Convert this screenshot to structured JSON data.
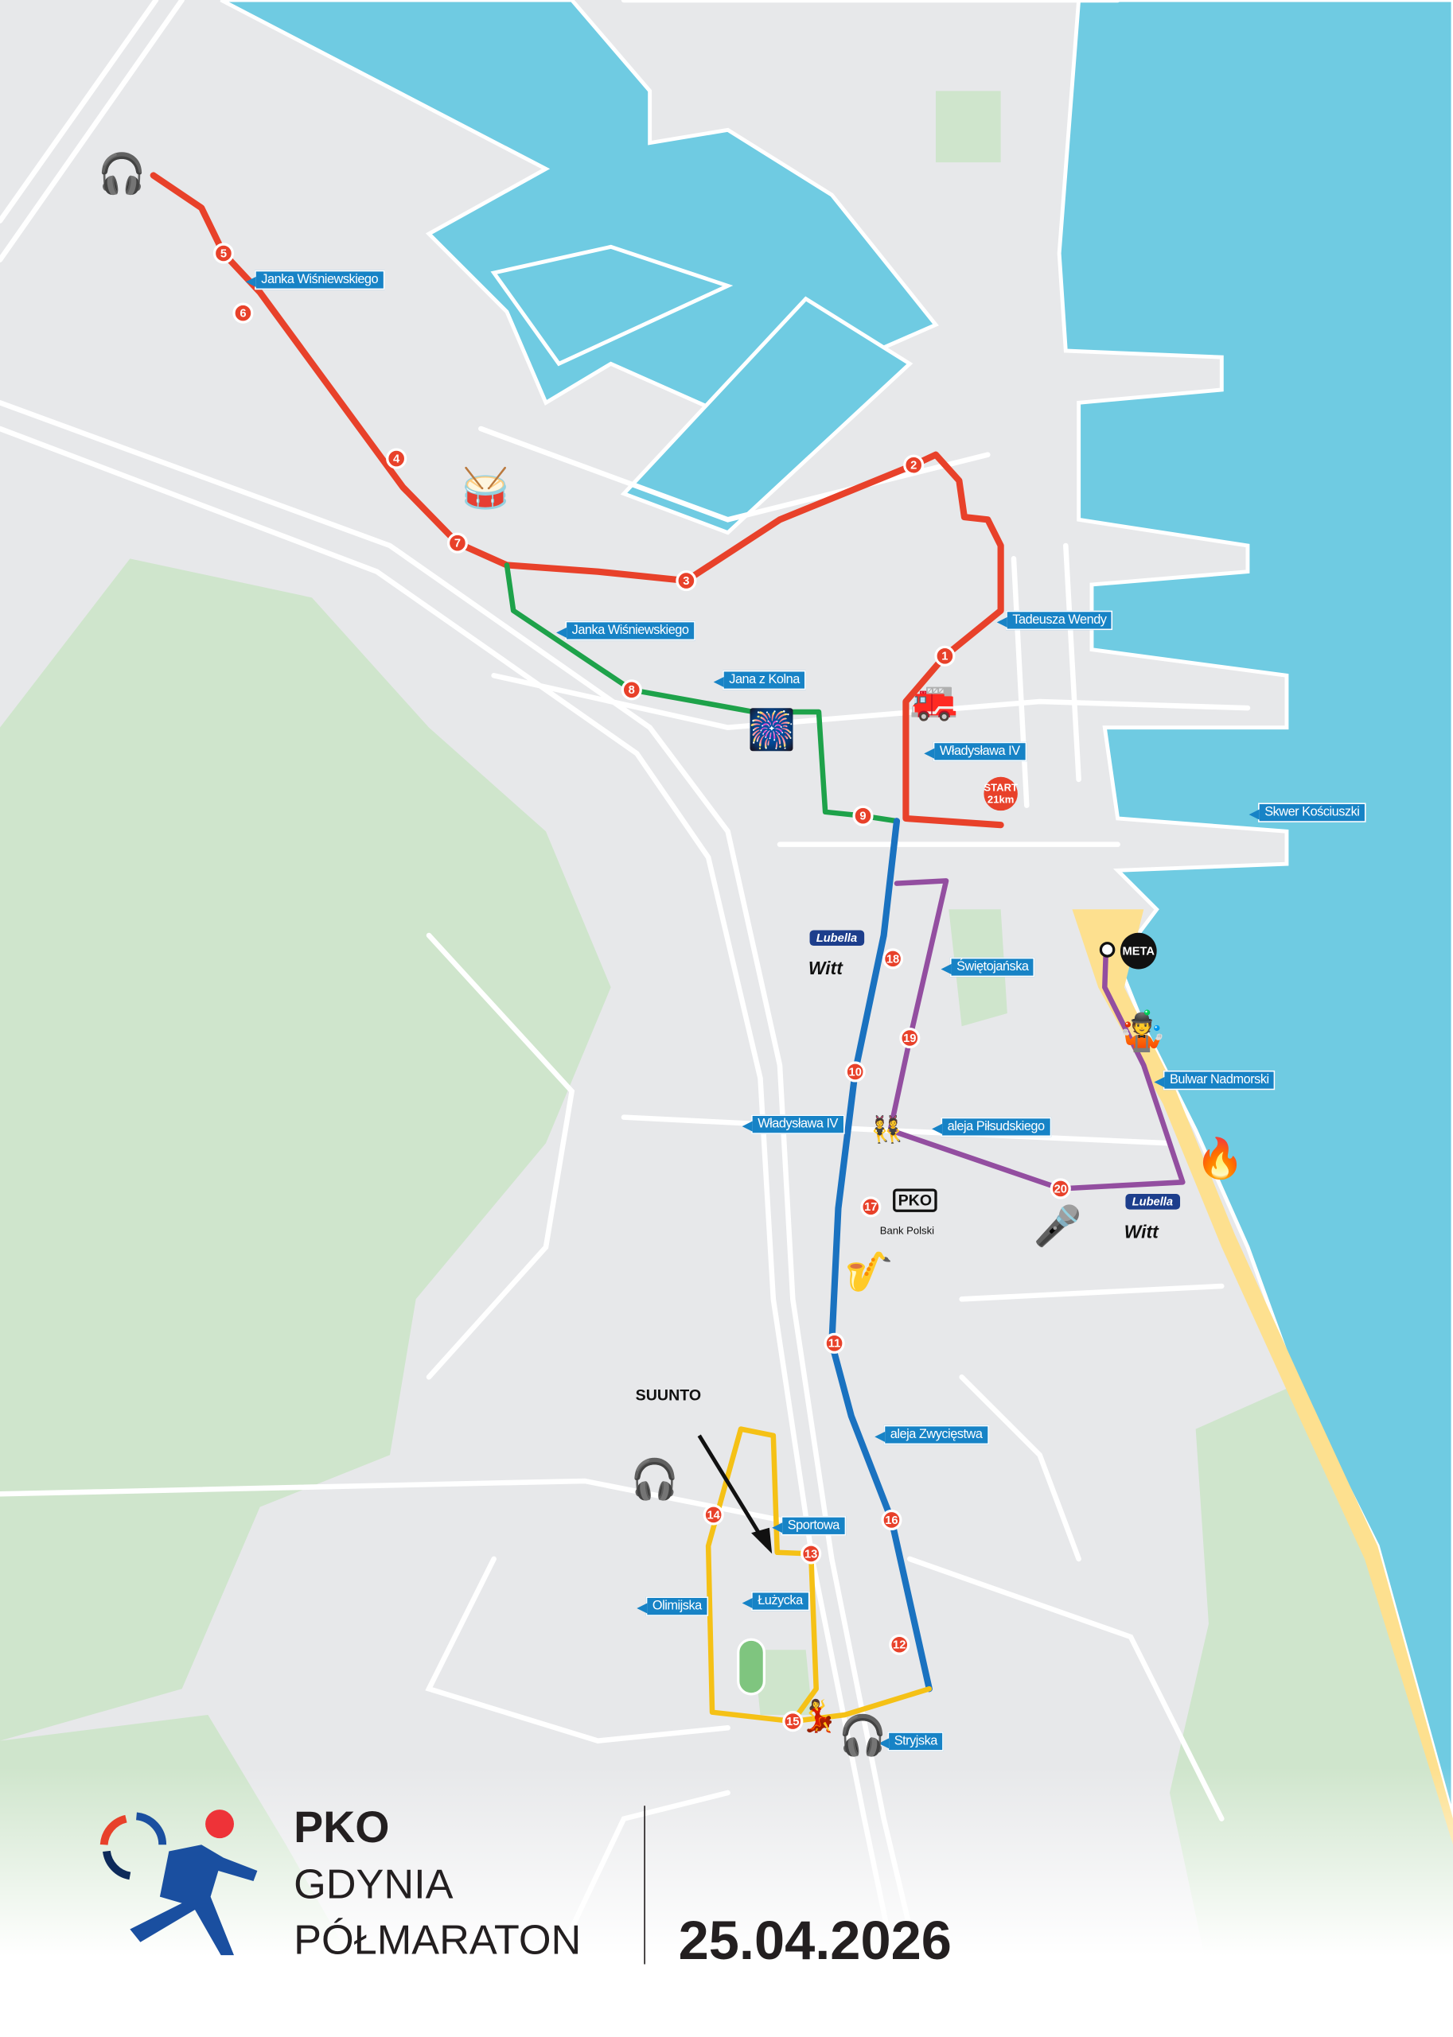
{
  "event": {
    "brand": "PKO",
    "city": "GDYNIA",
    "name": "PÓŁMARATON",
    "date": "25.04.2026"
  },
  "colors": {
    "land": "#e7e8ea",
    "water": "#6fcbe2",
    "park": "#cfe5cc",
    "beach": "#fde08f",
    "route_red": "#e8412a",
    "route_green": "#1ea24a",
    "route_blue": "#1a72c0",
    "route_yellow": "#f5c116",
    "route_purple": "#934ea0",
    "label_bg": "#1783c6"
  },
  "markers": {
    "start": {
      "line1": "START",
      "line2": "21km"
    },
    "finish": "META",
    "sponsor_suunto": "SUUNTO",
    "sponsor_lubella": "Lubella",
    "sponsor_witt": "Witt",
    "sponsor_pko": "PKO",
    "sponsor_bank_polski": "Bank Polski"
  },
  "street_labels": [
    "Janka Wiśniewskiego",
    "Janka Wiśniewskiego",
    "Jana z Kolna",
    "Tadeusza Wendy",
    "Władysława IV",
    "Skwer Kościuszki",
    "Świętojańska",
    "Bulwar Nadmorski",
    "Władysława IV",
    "aleja Piłsudskiego",
    "aleja Zwycięstwa",
    "Sportowa",
    "Łużycka",
    "Olimijska",
    "Stryjska"
  ],
  "km_markers": [
    "1",
    "2",
    "3",
    "4",
    "5",
    "6",
    "7",
    "8",
    "9",
    "10",
    "11",
    "12",
    "13",
    "14",
    "15",
    "16",
    "17",
    "18",
    "19",
    "20"
  ]
}
